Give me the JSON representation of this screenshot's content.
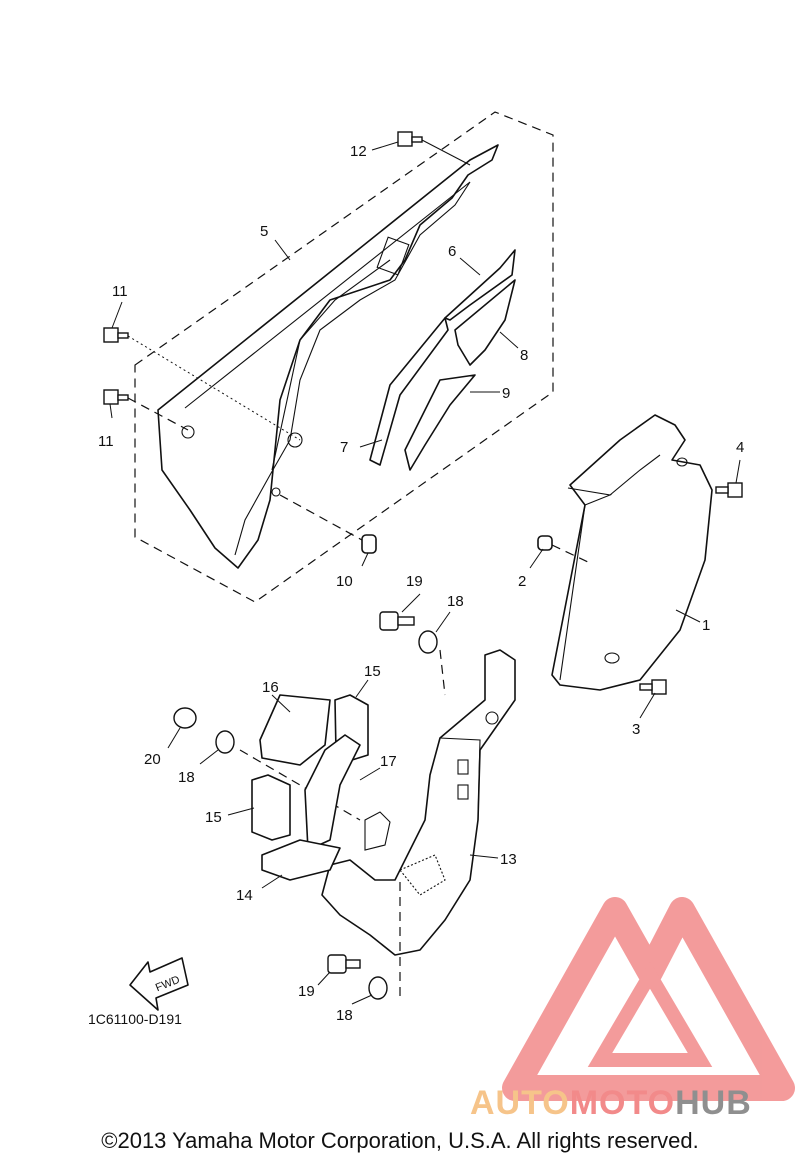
{
  "part_callouts": [
    {
      "n": "1"
    },
    {
      "n": "2"
    },
    {
      "n": "3"
    },
    {
      "n": "4"
    },
    {
      "n": "5"
    },
    {
      "n": "6"
    },
    {
      "n": "7"
    },
    {
      "n": "8"
    },
    {
      "n": "9"
    },
    {
      "n": "10"
    },
    {
      "n": "11"
    },
    {
      "n": "11"
    },
    {
      "n": "12"
    },
    {
      "n": "13"
    },
    {
      "n": "14"
    },
    {
      "n": "15"
    },
    {
      "n": "15"
    },
    {
      "n": "16"
    },
    {
      "n": "17"
    },
    {
      "n": "18"
    },
    {
      "n": "18"
    },
    {
      "n": "18"
    },
    {
      "n": "19"
    },
    {
      "n": "19"
    },
    {
      "n": "20"
    }
  ],
  "direction_arrow": "FWD",
  "diagram_code": "1C61100-D191",
  "watermark": {
    "part1": "AUTO",
    "part2": "MOTO",
    "part3": "HUB",
    "logo_colors": [
      "#f28a8a",
      "#f6c48a"
    ]
  },
  "copyright": "©2013 Yamaha Motor Corporation, U.S.A. All rights reserved."
}
